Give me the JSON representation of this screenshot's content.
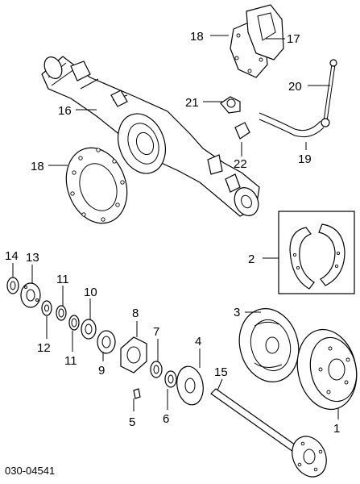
{
  "diagram_code": "030-04541",
  "callouts": {
    "c1": "1",
    "c2": "2",
    "c3": "3",
    "c4": "4",
    "c5": "5",
    "c6": "6",
    "c7": "7",
    "c8": "8",
    "c9": "9",
    "c10": "10",
    "c11a": "11",
    "c11b": "11",
    "c12": "12",
    "c13": "13",
    "c14": "14",
    "c15": "15",
    "c16": "16",
    "c17": "17",
    "c18a": "18",
    "c18b": "18",
    "c19": "19",
    "c20": "20",
    "c21": "21",
    "c22": "22"
  }
}
